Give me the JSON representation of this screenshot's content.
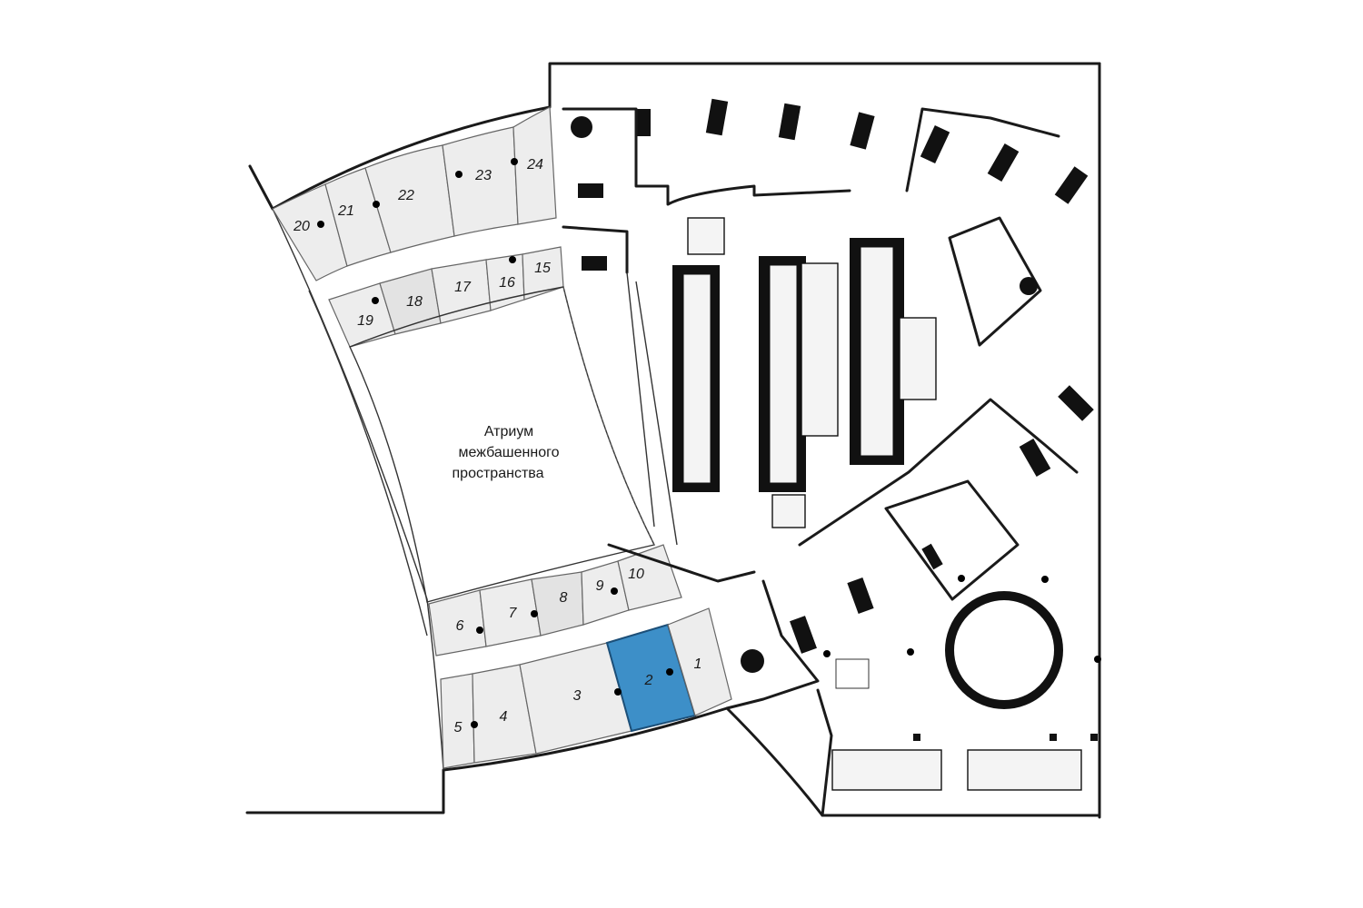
{
  "units": [
    {
      "id": "u1",
      "label": "1",
      "highlighted": false
    },
    {
      "id": "u2",
      "label": "2",
      "highlighted": true
    },
    {
      "id": "u3",
      "label": "3",
      "highlighted": false
    },
    {
      "id": "u4",
      "label": "4",
      "highlighted": false
    },
    {
      "id": "u5",
      "label": "5",
      "highlighted": false
    },
    {
      "id": "u6",
      "label": "6",
      "highlighted": false
    },
    {
      "id": "u7",
      "label": "7",
      "highlighted": false
    },
    {
      "id": "u8",
      "label": "8",
      "highlighted": false
    },
    {
      "id": "u9",
      "label": "9",
      "highlighted": false
    },
    {
      "id": "u10",
      "label": "10",
      "highlighted": false
    },
    {
      "id": "u15",
      "label": "15",
      "highlighted": false
    },
    {
      "id": "u16",
      "label": "16",
      "highlighted": false
    },
    {
      "id": "u17",
      "label": "17",
      "highlighted": false
    },
    {
      "id": "u18",
      "label": "18",
      "highlighted": false
    },
    {
      "id": "u19",
      "label": "19",
      "highlighted": false
    },
    {
      "id": "u20",
      "label": "20",
      "highlighted": false
    },
    {
      "id": "u21",
      "label": "21",
      "highlighted": false
    },
    {
      "id": "u22",
      "label": "22",
      "highlighted": false
    },
    {
      "id": "u23",
      "label": "23",
      "highlighted": false
    },
    {
      "id": "u24",
      "label": "24",
      "highlighted": false
    }
  ],
  "atrium": {
    "line1": "Атриум",
    "line2": "межбашенного",
    "line3": "пространства"
  },
  "colors": {
    "highlight": "#3d8fc8",
    "unit_fill": "#ededed",
    "wall": "#1a1a1a"
  }
}
